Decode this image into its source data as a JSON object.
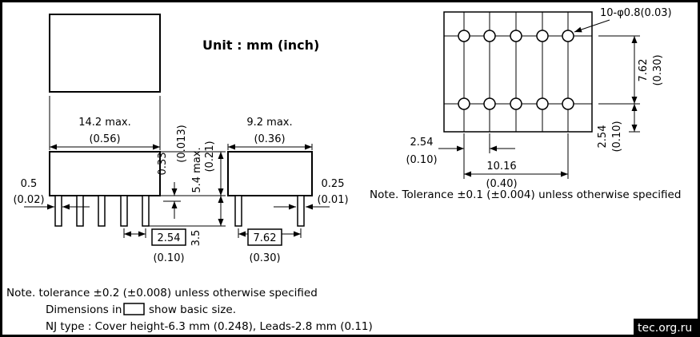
{
  "colors": {
    "ink": "#000000",
    "paper": "#ffffff",
    "watermark_bg": "#000000",
    "watermark_text": "#ffffff"
  },
  "header": {
    "unit": "Unit : mm (inch)"
  },
  "front_view": {
    "width": "14.2 max.",
    "width_in": "(0.56)",
    "lead_width": "0.5",
    "lead_width_in": "(0.02)",
    "lead_thk": "0.33",
    "lead_thk_in": "(0.013)",
    "height": "5.4 max.",
    "height_in": "(0.21)",
    "lead_len": "3.5",
    "pitch": "2.54",
    "pitch_in": "(0.10)"
  },
  "side_view": {
    "width": "9.2 max.",
    "width_in": "(0.36)",
    "pitch": "7.62",
    "pitch_in": "(0.30)",
    "lead_thk": "0.25",
    "lead_thk_in": "(0.01)"
  },
  "board_view": {
    "holes": "10-φ0.8(0.03)",
    "row_pitch": "7.62",
    "row_pitch_in": "(0.30)",
    "edge": "2.54",
    "edge_in": "(0.10)",
    "col_pitch": "2.54",
    "col_pitch_in": "(0.10)",
    "span": "10.16",
    "span_in": "(0.40)",
    "note": "Note. Tolerance ±0.1 (±0.004) unless otherwise specified"
  },
  "footnotes": {
    "line1": "Note. tolerance ±0.2 (±0.008) unless otherwise specified",
    "line2_prefix": "Dimensions in",
    "line2_suffix": "show basic size.",
    "line3": "NJ type : Cover height-6.3 mm (0.248), Leads-2.8 mm (0.11)"
  },
  "watermark": "tec.org.ru"
}
